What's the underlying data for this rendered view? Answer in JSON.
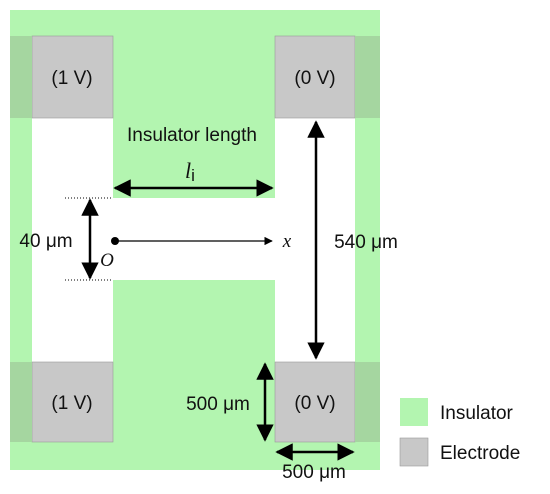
{
  "colors": {
    "insulator": "#b3f5b0",
    "electrode": "#c8c8c8",
    "electrode_edge": "#a5d6a0",
    "line": "#000000"
  },
  "electrodes": {
    "top_left": "(1 V)",
    "top_right": "(0 V)",
    "bottom_left": "(1 V)",
    "bottom_right": "(0 V)"
  },
  "labels": {
    "insulator_length": "Insulator length",
    "l_symbol": "l",
    "l_subscript": "i",
    "gap_width": "40 μm",
    "origin": "O",
    "x_axis": "x",
    "vertical_length": "540 μm",
    "electrode_height": "500 μm",
    "electrode_width": "500 μm"
  },
  "legend": {
    "items": [
      {
        "label": "Insulator",
        "color": "#b3f5b0"
      },
      {
        "label": "Electrode",
        "color": "#c8c8c8"
      }
    ]
  }
}
